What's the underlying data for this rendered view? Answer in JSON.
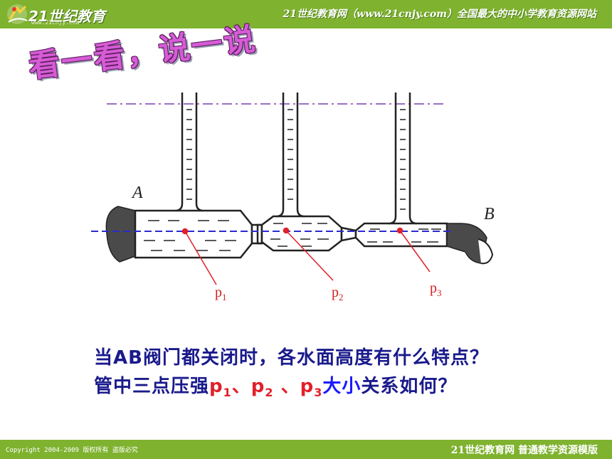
{
  "header": {
    "logo_text": "21世纪教育",
    "logo_url": "www.21cnjy.com",
    "banner": "21世纪教育网（www.21cnjy.com）全国最大的中小学教育资源网站"
  },
  "slide": {
    "title": "看一看，说一说"
  },
  "diagram": {
    "label_a": "A",
    "label_b": "B",
    "points": [
      {
        "name": "p",
        "sub": "1"
      },
      {
        "name": "p",
        "sub": "2"
      },
      {
        "name": "p",
        "sub": "3"
      }
    ]
  },
  "question": {
    "line1": "当AB阀门都关闭时，各水面高度有什么特点？",
    "line2_prefix": "管中三点压强",
    "p1": "p",
    "p1_sub": "1",
    "sep1": "、",
    "p2": "p",
    "p2_sub": "2",
    "sep2": " 、",
    "p3": "p",
    "p3_sub": "3",
    "line2_mid": "大小",
    "line2_suffix": "关系如何？"
  },
  "footer": {
    "copyright": "Copyright 2004-2009 版权所有 盗版必究",
    "site": "21世纪教育网  普通教学资源模版"
  },
  "colors": {
    "theme_green": "#7fb22f",
    "title_magenta": "#d65bd6",
    "question_navy": "#1a1a8c",
    "pressure_red": "#e0202a",
    "ref_line_blue": "#2a2ad0",
    "ref_line_purple": "#7a3fb0"
  }
}
